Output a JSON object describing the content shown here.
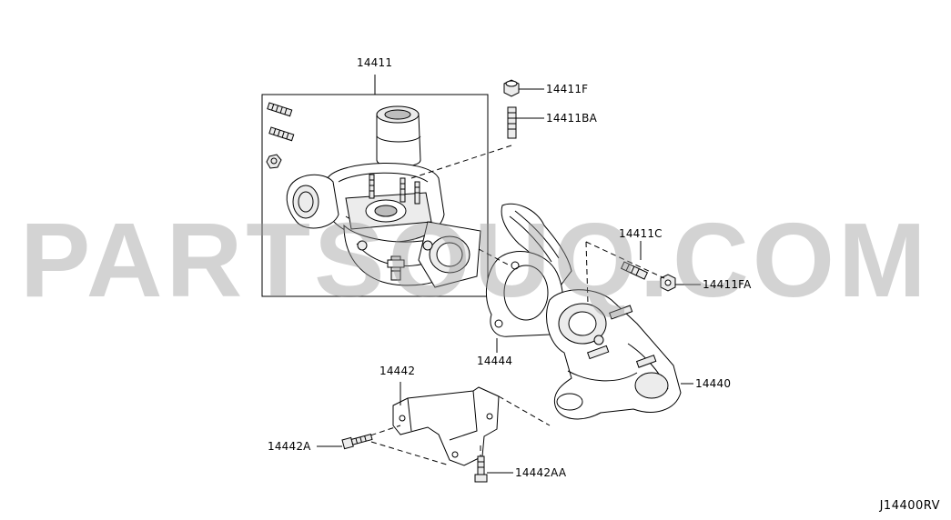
{
  "watermark": "PARTSOUQ.COM",
  "drawing_code": "J14400RV",
  "parts": {
    "p14411": "14411",
    "p14411F": "14411F",
    "p14411BA": "14411BA",
    "p14411C": "14411C",
    "p14411FA": "14411FA",
    "p14444": "14444",
    "p14440": "14440",
    "p14442": "14442",
    "p14442A": "14442A",
    "p14442AA": "14442AA"
  }
}
